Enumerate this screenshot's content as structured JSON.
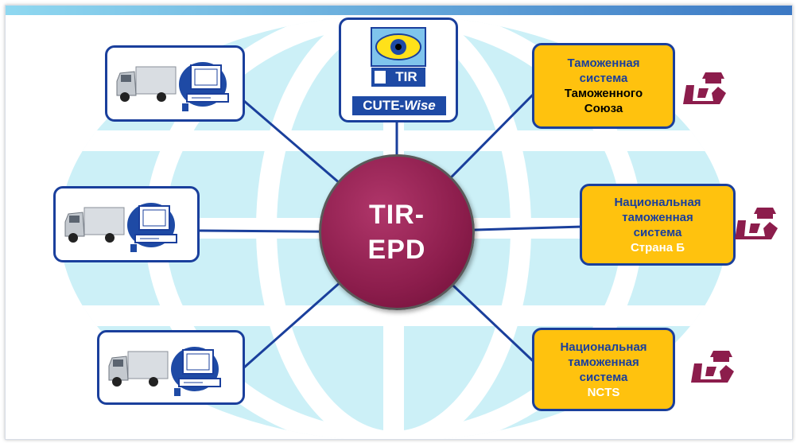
{
  "center": {
    "line1": "TIR-",
    "line2": "EPD"
  },
  "cute_wise": {
    "tir_label": "TIR",
    "brand": "CUTE-",
    "brand_italic": "Wise"
  },
  "customs": [
    {
      "id": "customs-union",
      "line1": "Таможенная",
      "line2": "система",
      "line3": "Таможенного",
      "line4": "Союза"
    },
    {
      "id": "country-b",
      "line1": "Национальная",
      "line2": "таможенная",
      "line3": "система",
      "line4": "Страна Б"
    },
    {
      "id": "ncts",
      "line1": "Национальная",
      "line2": "таможенная",
      "line3": "система",
      "line4": "NCTS"
    }
  ],
  "colors": {
    "frame_blue": "#1a3f9c",
    "customs_fill": "#ffc20e",
    "center_fill": "#8c1d4c",
    "globe": "#ccf0f7",
    "officer": "#8c1d4c"
  },
  "icons": [
    "truck-icon",
    "computer-icon",
    "eye-icon",
    "customs-officer-icon"
  ]
}
